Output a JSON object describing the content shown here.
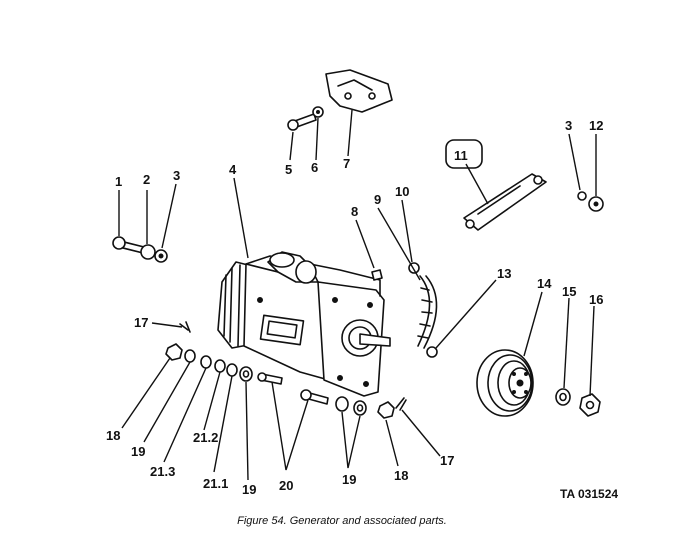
{
  "figure": {
    "caption": "Figure 54. Generator and associated parts.",
    "tag": "TA 031524"
  },
  "callouts": [
    {
      "id": "c1",
      "text": "1"
    },
    {
      "id": "c2",
      "text": "2"
    },
    {
      "id": "c3a",
      "text": "3"
    },
    {
      "id": "c4",
      "text": "4"
    },
    {
      "id": "c5",
      "text": "5"
    },
    {
      "id": "c6",
      "text": "6"
    },
    {
      "id": "c7",
      "text": "7"
    },
    {
      "id": "c8",
      "text": "8"
    },
    {
      "id": "c9",
      "text": "9"
    },
    {
      "id": "c10",
      "text": "10"
    },
    {
      "id": "c11",
      "text": "11"
    },
    {
      "id": "c3b",
      "text": "3"
    },
    {
      "id": "c12",
      "text": "12"
    },
    {
      "id": "c13",
      "text": "13"
    },
    {
      "id": "c14",
      "text": "14"
    },
    {
      "id": "c15",
      "text": "15"
    },
    {
      "id": "c16",
      "text": "16"
    },
    {
      "id": "c17a",
      "text": "17"
    },
    {
      "id": "c18a",
      "text": "18"
    },
    {
      "id": "c19a",
      "text": "19"
    },
    {
      "id": "c213",
      "text": "21.3"
    },
    {
      "id": "c212",
      "text": "21.2"
    },
    {
      "id": "c211",
      "text": "21.1"
    },
    {
      "id": "c19b",
      "text": "19"
    },
    {
      "id": "c20",
      "text": "20"
    },
    {
      "id": "c19c",
      "text": "19"
    },
    {
      "id": "c18b",
      "text": "18"
    },
    {
      "id": "c17b",
      "text": "17"
    }
  ]
}
